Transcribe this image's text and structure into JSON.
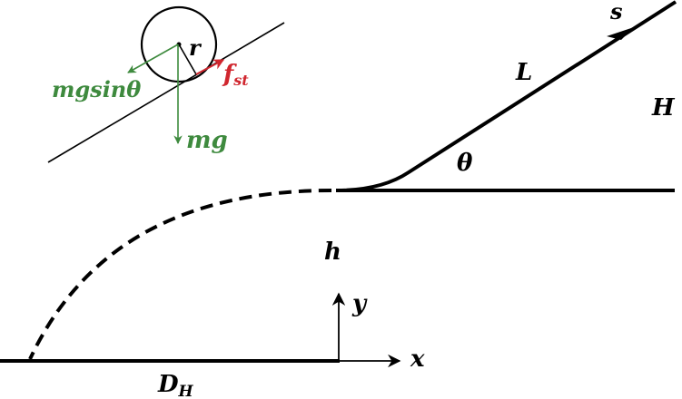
{
  "colors": {
    "ink": "#000000",
    "force_green": "#3e8a3e",
    "friction_red": "#d0262e",
    "background": "#ffffff"
  },
  "inset": {
    "radius_label": "r",
    "weight_label": "mg",
    "component_label": "mgsinθ",
    "friction_label": "f",
    "friction_subscript": "st"
  },
  "ramp": {
    "path_label": "s",
    "length_label": "L",
    "angle_label": "θ",
    "height_label": "H",
    "jump_height_label": "h"
  },
  "axes": {
    "x_label": "x",
    "y_label": "y"
  },
  "ground": {
    "distance_label": "D",
    "distance_subscript": "H"
  }
}
